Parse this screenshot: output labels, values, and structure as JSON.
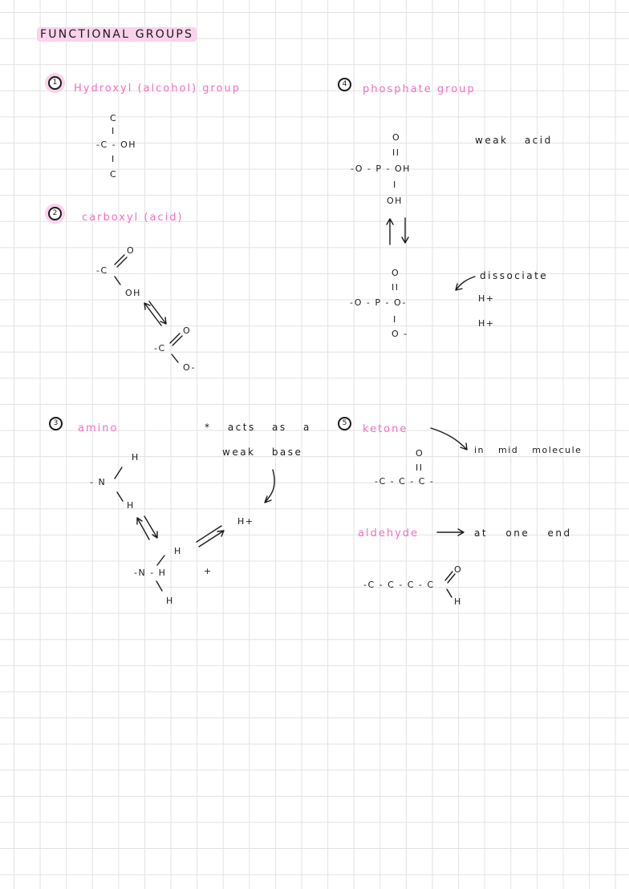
{
  "title": "FUNCTIONAL GROUPS",
  "sections": {
    "hydroxyl": {
      "number": "1",
      "heading": "Hydroxyl (alcohol) group",
      "labels": [
        "C",
        "I",
        "-C - OH",
        "I",
        "C"
      ]
    },
    "carboxyl": {
      "number": "2",
      "heading": "carboxyl (acid)",
      "labels": [
        "O",
        "-C",
        "OH",
        "O",
        "-C",
        "O-"
      ]
    },
    "amino": {
      "number": "3",
      "heading": "amino",
      "note_line1": "* acts as a",
      "note_line2": "weak base",
      "labels": [
        "H",
        "- N",
        "H",
        "H",
        "-N - H",
        "+",
        "H",
        "H+"
      ]
    },
    "phosphate": {
      "number": "4",
      "heading": "phosphate group",
      "note": "weak acid",
      "labels": [
        "O",
        "II",
        "-O - P - OH",
        "I",
        "OH",
        "O",
        "II",
        "-O - P - O-",
        "I",
        "O -"
      ],
      "dissociate": "dissociate",
      "h_plus_1": "H+",
      "h_plus_2": "H+"
    },
    "ketone": {
      "number": "5",
      "heading": "ketone",
      "note": "in mid molecule",
      "labels": [
        "O",
        "II",
        "-C - C - C -"
      ]
    },
    "aldehyde": {
      "heading": "aldehyde",
      "note": "at one end",
      "labels": [
        "-C - C - C - C",
        "O",
        "H"
      ]
    }
  },
  "colors": {
    "accent_pink": "#f06fc4",
    "highlight_pink": "#fbd2ec",
    "ink": "#1a1a1a",
    "grid": "#e2e2e2"
  }
}
